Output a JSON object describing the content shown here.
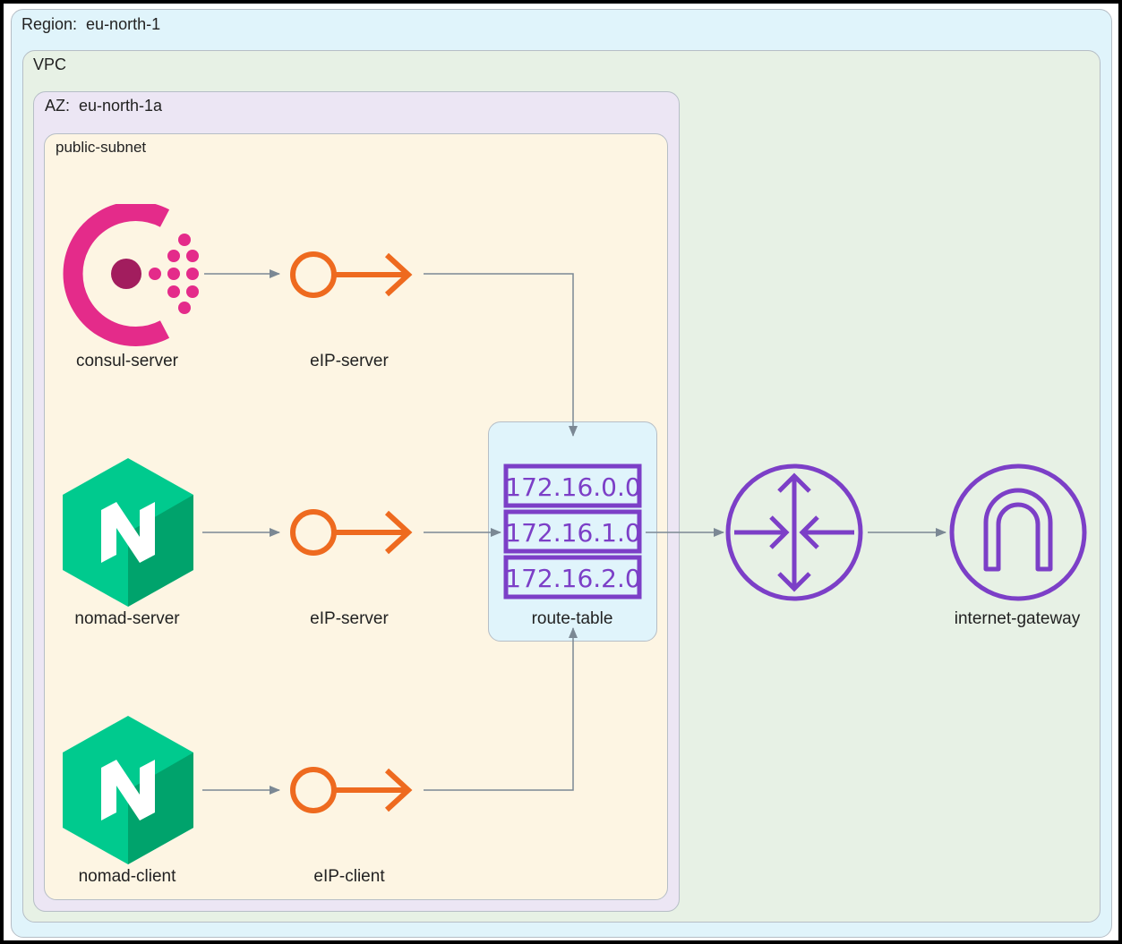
{
  "groups": {
    "region": "Region:  eu-north-1",
    "vpc": "VPC",
    "az": "AZ:  eu-north-1a",
    "subnet": "public-subnet"
  },
  "nodes": {
    "consul_server": "consul-server",
    "eip_server_1": "eIP-server",
    "nomad_server": "nomad-server",
    "eip_server_2": "eIP-server",
    "nomad_client": "nomad-client",
    "eip_client": "eIP-client",
    "route_table": "route-table",
    "internet_gateway": "internet-gateway"
  },
  "route_entries": [
    "172.16.0.0",
    "172.16.1.0",
    "172.16.2.0"
  ],
  "colors": {
    "consul_pink": "#e42b8a",
    "consul_dark": "#a21d5e",
    "nomad_green": "#00ca8e",
    "nomad_dark": "#00a36c",
    "eip_orange": "#ee6a1f",
    "aws_purple": "#7c3fc7",
    "edge_gray": "#7b8894"
  }
}
